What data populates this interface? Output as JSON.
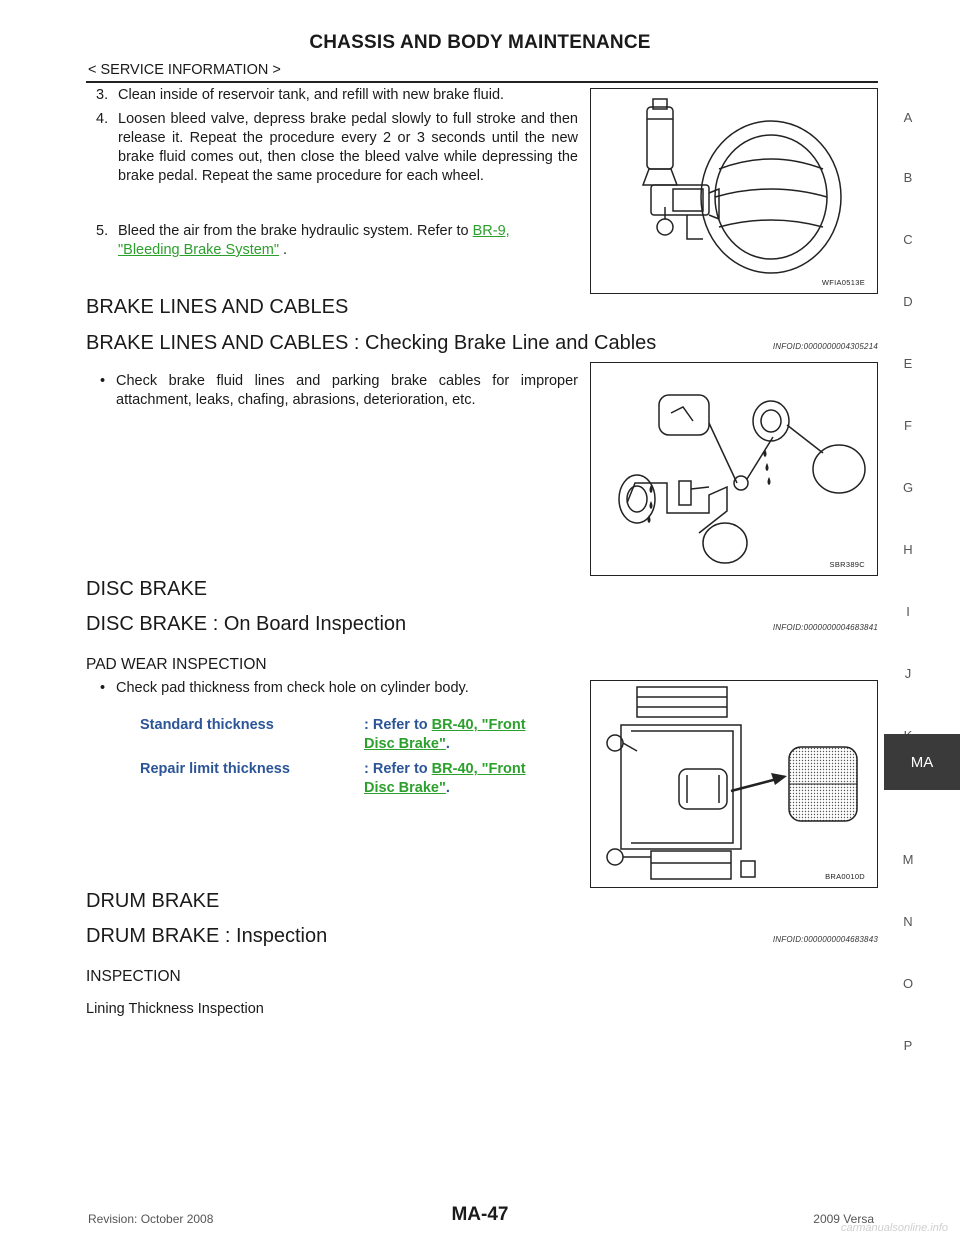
{
  "header": {
    "title": "CHASSIS AND BODY MAINTENANCE",
    "breadcrumb": "< SERVICE INFORMATION >"
  },
  "steps": [
    {
      "num": "3.",
      "text": "Clean inside of reservoir tank, and refill with new brake fluid."
    },
    {
      "num": "4.",
      "text": "Loosen bleed valve, depress brake pedal slowly to full stroke and then release it. Repeat the procedure every 2 or 3 seconds until the new brake fluid comes out, then close the bleed valve while depressing the brake pedal. Repeat the same procedure for each wheel."
    },
    {
      "num": "5.",
      "text_before": "Bleed the air from the brake hydraulic system. Refer to ",
      "link_a": "BR-9,",
      "link_b": "\"Bleeding Brake System\"",
      "text_after": " ."
    }
  ],
  "sections": {
    "brake_lines": {
      "heading": "BRAKE LINES AND CABLES",
      "subheading": "BRAKE LINES AND CABLES : Checking Brake Line and Cables",
      "infoid": "INFOID:0000000004305214",
      "bullet": "Check brake fluid lines and parking brake cables for improper attachment, leaks, chafing, abrasions, deterioration, etc."
    },
    "disc_brake": {
      "heading": "DISC BRAKE",
      "subheading": "DISC BRAKE : On Board Inspection",
      "infoid": "INFOID:0000000004683841",
      "subsection": "PAD WEAR INSPECTION",
      "bullet": "Check pad thickness from check hole on cylinder body.",
      "specs": [
        {
          "label": "Standard thickness",
          "prefix": ": Refer to ",
          "link_a": "BR-40, \"Front",
          "link_b": "Disc Brake\"",
          "suffix": "."
        },
        {
          "label": "Repair limit thickness",
          "prefix": ": Refer to ",
          "link_a": "BR-40, \"Front",
          "link_b": "Disc Brake\"",
          "suffix": "."
        }
      ]
    },
    "drum_brake": {
      "heading": "DRUM BRAKE",
      "subheading": "DRUM BRAKE : Inspection",
      "infoid": "INFOID:0000000004683843",
      "subsection": "INSPECTION",
      "subsubsection": "Lining Thickness Inspection"
    }
  },
  "figures": {
    "fig1_code": "WFIA0513E",
    "fig2_code": "SBR389C",
    "fig3_code": "BRA0010D"
  },
  "index_letters": [
    "A",
    "B",
    "C",
    "D",
    "E",
    "F",
    "G",
    "H",
    "I",
    "J",
    "K",
    "MA",
    "M",
    "N",
    "O",
    "P"
  ],
  "active_index": "MA",
  "footer": {
    "revision": "Revision: October 2008",
    "page": "MA-47",
    "model": "2009 Versa",
    "watermark": "carmanualsonline.info"
  }
}
